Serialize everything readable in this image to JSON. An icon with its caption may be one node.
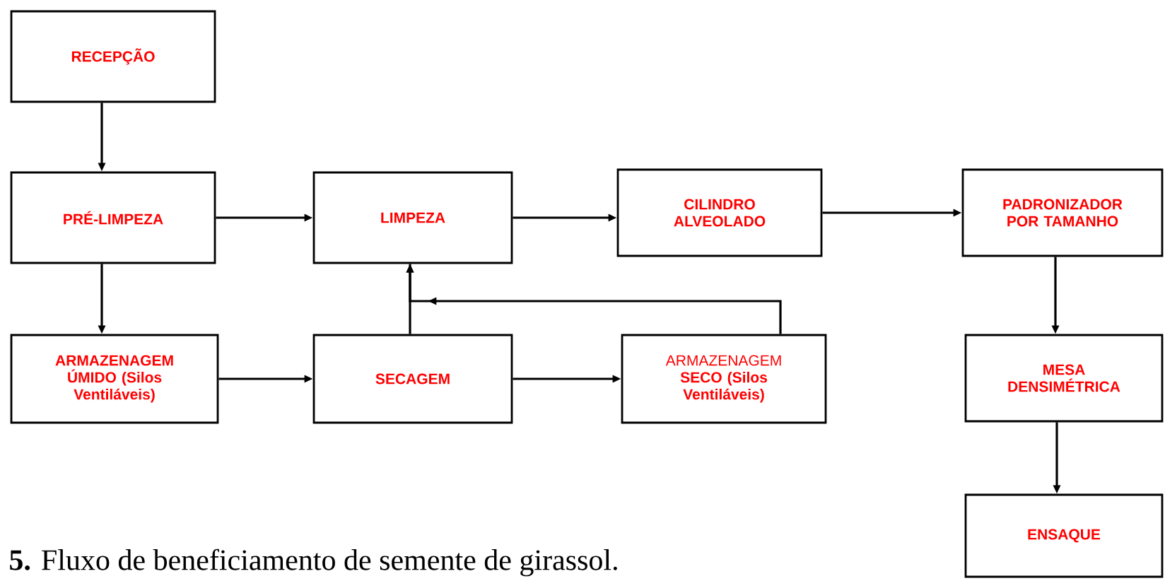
{
  "diagram": {
    "caption": "**5.** Fluxo de beneficiamento de semente de girassol.",
    "nodes": [
      {
        "text": [
          "RECEPÇÃO"
        ]
      },
      {
        "text": [
          "PRÉ-LIMPEZA"
        ]
      },
      {
        "text": [
          "LIMPEZA"
        ]
      },
      {
        "text": [
          "CILINDRO ALVEOLADO"
        ]
      },
      {
        "text": [
          "PADRONIZADOR POR TAMANHO"
        ]
      },
      {
        "text": [
          "ARMAZENAGEM ÚMIDO (Silos Ventiláveis)"
        ]
      },
      {
        "text": [
          "SECAGEM"
        ]
      },
      {
        "text": [
          "ARMAZENAGEM **SECO** **(Silos Ventiláveis)**"
        ]
      },
      {
        "text": [
          "MESA DENSIMÉTRICA"
        ]
      },
      {
        "text": [
          "ENSAQUE"
        ]
      }
    ],
    "edges": [
      {
        "from": 0,
        "to": 1,
        "arrow": "to"
      },
      {
        "from": 1,
        "to": 2,
        "arrow": "to"
      },
      {
        "from": 2,
        "to": 3,
        "arrow": "to"
      },
      {
        "from": 3,
        "to": 4,
        "arrow": "to"
      },
      {
        "from": 1,
        "to": 5,
        "arrow": "to"
      },
      {
        "from": 5,
        "to": 6,
        "arrow": "to"
      },
      {
        "from": 6,
        "to": 7,
        "arrow": "to"
      },
      {
        "from": 6,
        "to": 2,
        "arrow": "to"
      },
      {
        "from": 7,
        "to": 2,
        "arrow": "to"
      },
      {
        "from": 4,
        "to": 8,
        "arrow": "to"
      },
      {
        "from": 8,
        "to": 9,
        "arrow": "to"
      }
    ]
  }
}
